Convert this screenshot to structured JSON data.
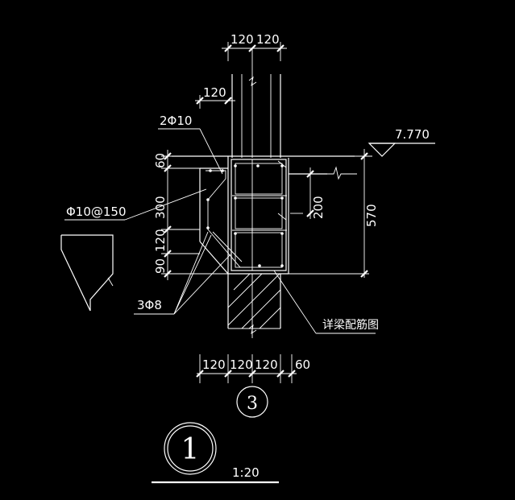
{
  "dims": {
    "top_left": "120",
    "top_right": "120",
    "upper_offset": "120",
    "bottom_1": "120",
    "bottom_2": "120",
    "bottom_3": "120",
    "bottom_4": "60",
    "left_60": "60",
    "left_300": "300",
    "left_120": "120",
    "left_90": "90",
    "right_200": "200",
    "right_570": "570"
  },
  "labels": {
    "top_rebar": "2Φ10",
    "stirrup": "Φ10@150",
    "bottom_rebar": "3Φ8",
    "beam_detail_note": "详梁配筋图",
    "elevation": "7.770"
  },
  "callouts": {
    "section_ref": "3",
    "detail_number": "1",
    "scale": "1:20"
  }
}
